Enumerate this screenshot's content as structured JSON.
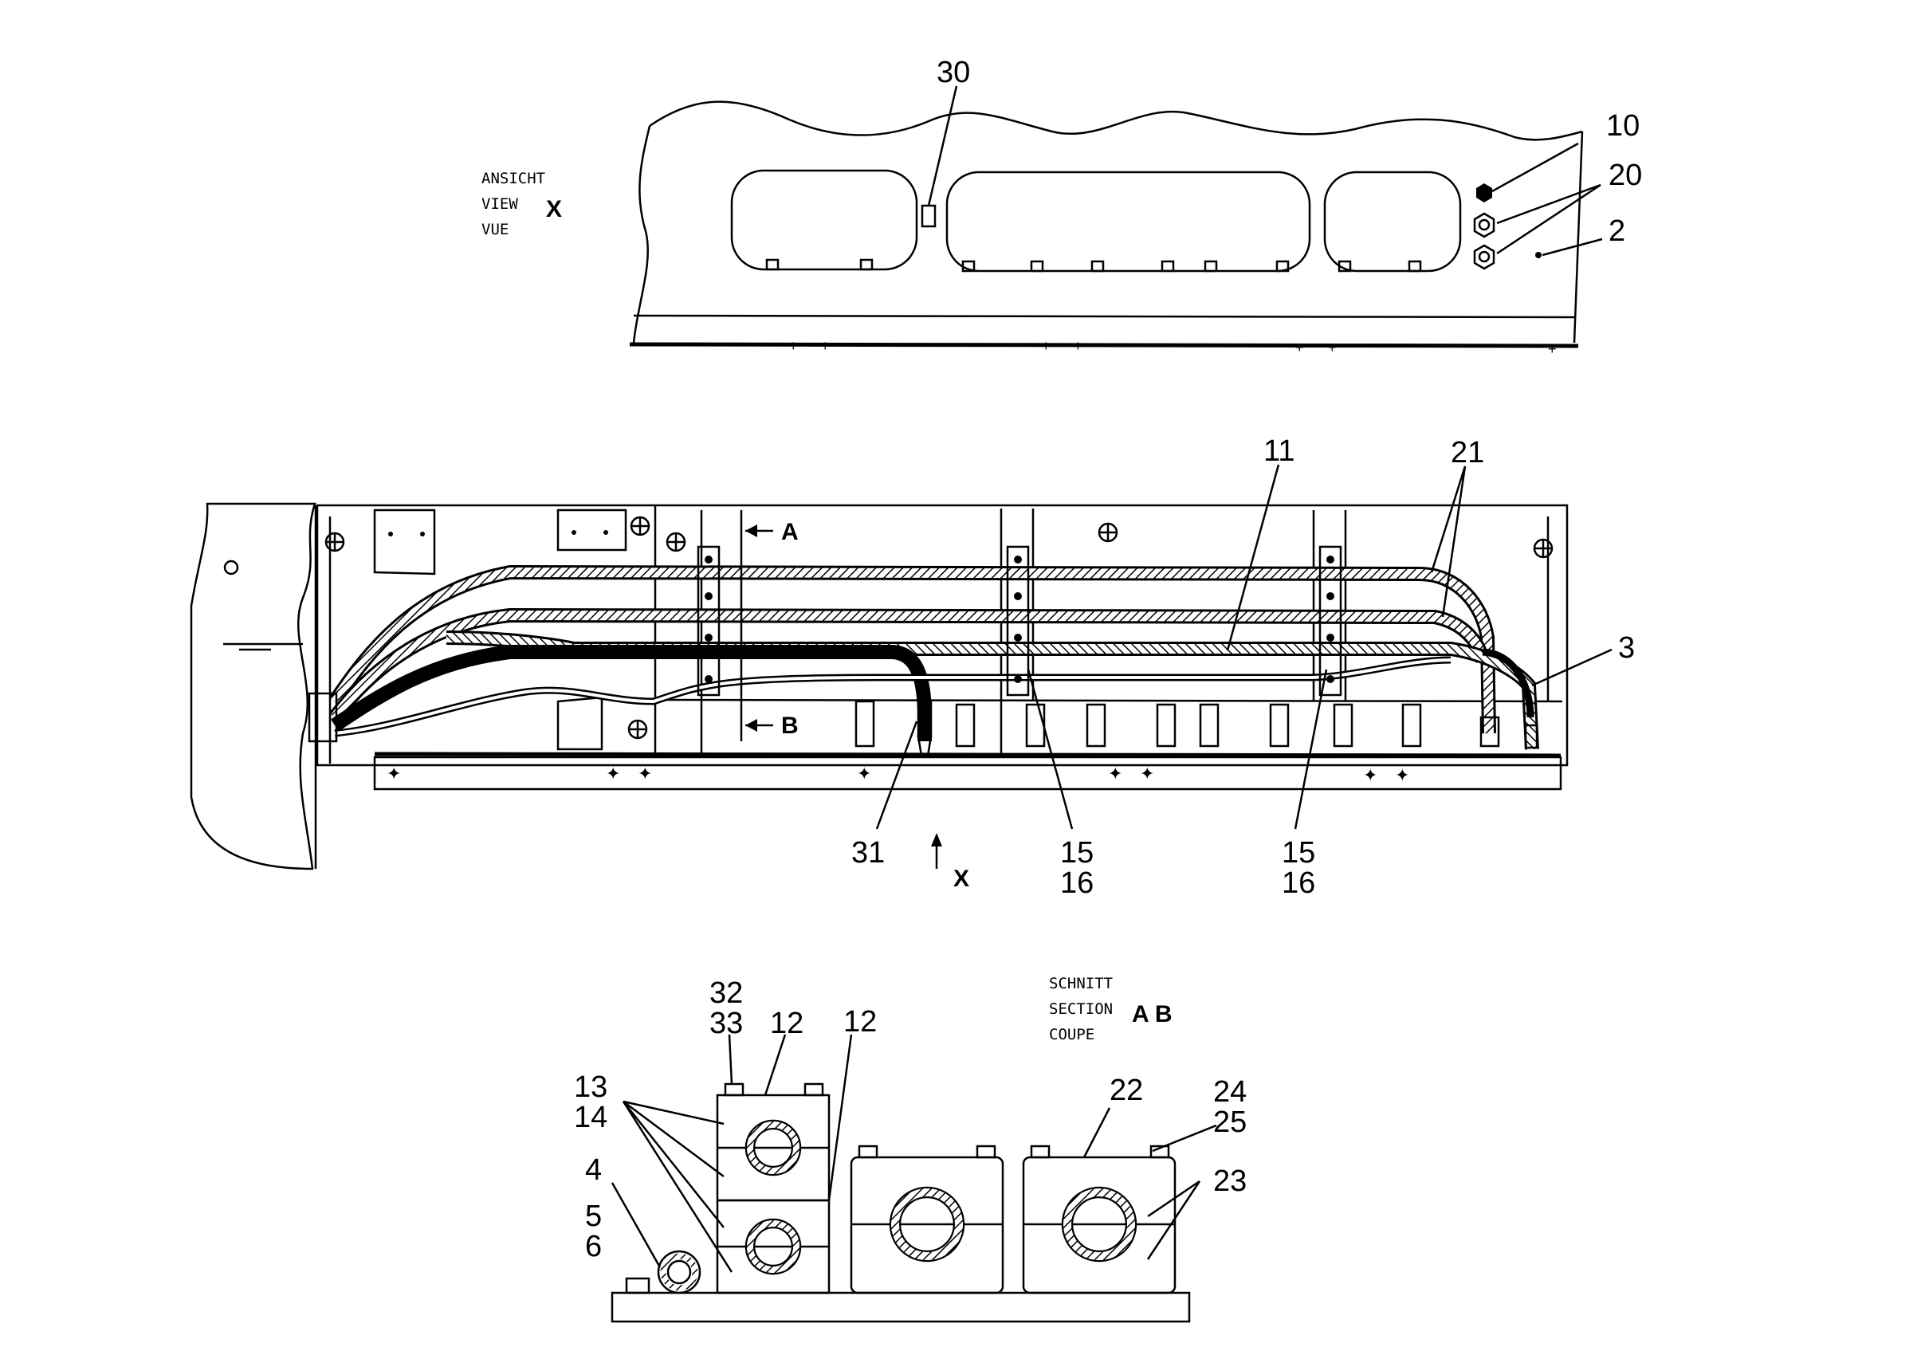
{
  "view_x": {
    "caption": [
      "ANSICHT",
      "VIEW",
      "VUE"
    ],
    "marker": "X",
    "callouts": {
      "c30": "30",
      "c10": "10",
      "c20": "20",
      "c2": "2"
    }
  },
  "main_view": {
    "callouts": {
      "c11": "11",
      "c21": "21",
      "c3": "3",
      "c31": "31",
      "c15a": "15",
      "c16a": "16",
      "c15b": "15",
      "c16b": "16"
    },
    "section_marks": {
      "a": "A",
      "b": "B"
    },
    "view_arrow": "X"
  },
  "section_ab": {
    "caption": [
      "SCHNITT",
      "SECTION",
      "COUPE"
    ],
    "marker": "A B",
    "callouts": {
      "c32": "32",
      "c33": "33",
      "c12a": "12",
      "c12b": "12",
      "c13": "13",
      "c14": "14",
      "c4": "4",
      "c5": "5",
      "c6": "6",
      "c22": "22",
      "c24": "24",
      "c25": "25",
      "c23": "23"
    }
  }
}
